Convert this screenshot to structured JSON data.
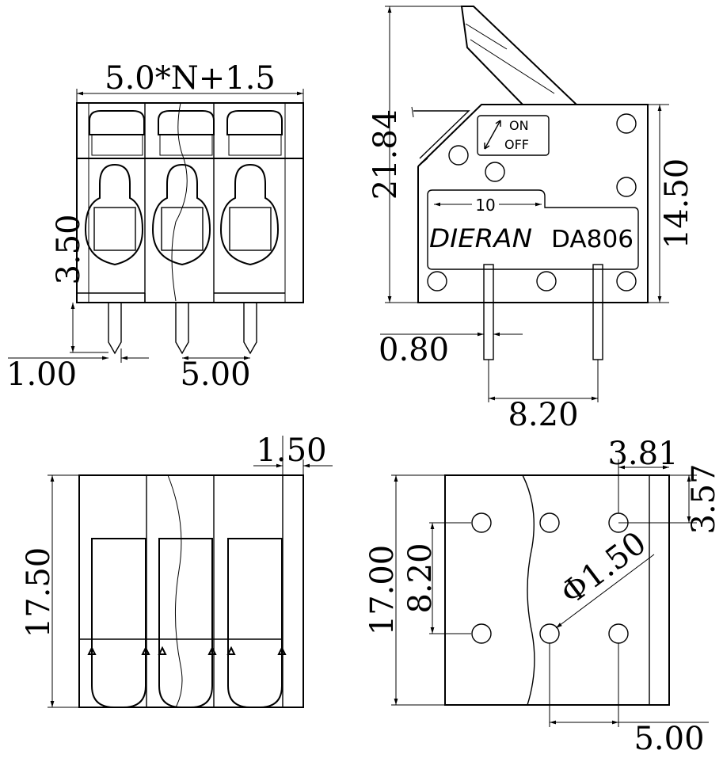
{
  "views": {
    "front": {
      "width_formula": "5.0*N+1.5",
      "height_dim": "3.50",
      "pin_width": "1.00",
      "pitch": "5.00"
    },
    "side": {
      "total_height": "21.84",
      "body_height": "14.50",
      "pin_thickness": "0.80",
      "pin_spacing": "8.20",
      "switch_on": "ON",
      "switch_off": "OFF",
      "arrow_label": "10",
      "brand": "DIERAN",
      "model": "DA806"
    },
    "top": {
      "height_dim": "17.50",
      "edge_dim": "1.50"
    },
    "pcb": {
      "height_dim": "17.00",
      "row_spacing": "8.20",
      "offset_x": "3.81",
      "offset_y": "3.57",
      "hole_dia": "Φ1.50",
      "pitch": "5.00"
    }
  }
}
